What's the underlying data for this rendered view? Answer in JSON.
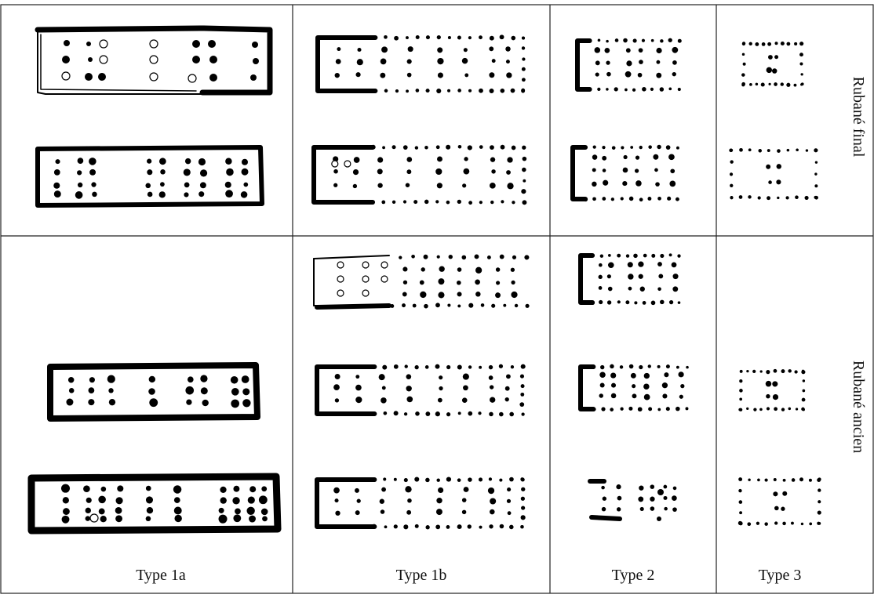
{
  "columns": [
    {
      "key": "1a",
      "label": "Type 1a"
    },
    {
      "key": "1b",
      "label": "Type 1b"
    },
    {
      "key": "2",
      "label": "Type 2"
    },
    {
      "key": "3",
      "label": "Type 3"
    }
  ],
  "rows": [
    {
      "key": "final",
      "label": "Rubané final"
    },
    {
      "key": "ancien",
      "label": "Rubané ancien"
    }
  ]
}
